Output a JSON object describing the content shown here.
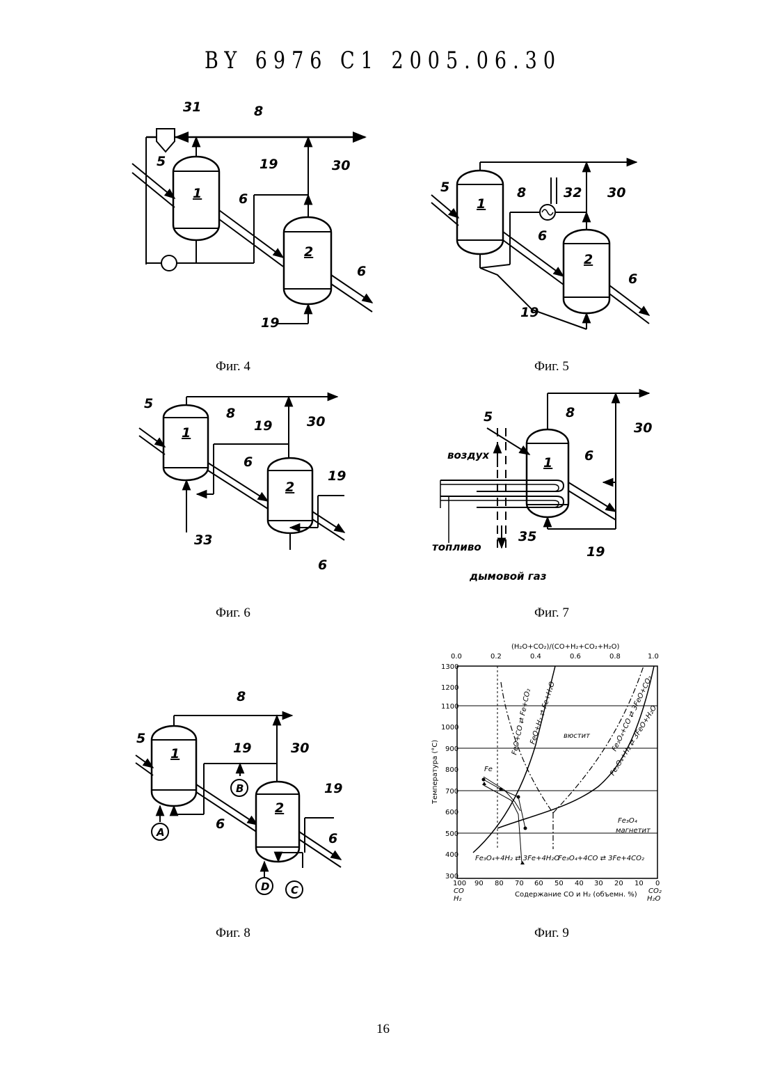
{
  "header": "BY 6976 C1 2005.06.30",
  "page_number": "16",
  "figures": [
    {
      "caption": "Фиг. 4",
      "labels": [
        "31",
        "8",
        "5",
        "19",
        "30",
        "1",
        "6",
        "2",
        "6",
        "19"
      ]
    },
    {
      "caption": "Фиг. 5",
      "labels": [
        "5",
        "8",
        "32",
        "30",
        "1",
        "6",
        "2",
        "6",
        "19"
      ]
    },
    {
      "caption": "Фиг. 6",
      "labels": [
        "5",
        "8",
        "30",
        "1",
        "19",
        "6",
        "2",
        "19",
        "33",
        "6"
      ]
    },
    {
      "caption": "Фиг. 7",
      "labels": [
        "8",
        "5",
        "30",
        "воздух",
        "1",
        "6",
        "топливо",
        "35",
        "19",
        "дымовой газ"
      ]
    },
    {
      "caption": "Фиг. 8",
      "labels": [
        "8",
        "5",
        "19",
        "30",
        "1",
        "B",
        "19",
        "2",
        "A",
        "6",
        "D",
        "C",
        "6"
      ]
    },
    {
      "caption": "Фиг. 9",
      "labels": {
        "top_axis_title": "(H₂O+CO₂)/(CO+H₂+CO₂+H₂O)",
        "top_ticks": [
          "0.0",
          "0.2",
          "0.4",
          "0.6",
          "0.8",
          "1.0"
        ],
        "y_axis_title": "Температура (°С)",
        "y_ticks": [
          "1300",
          "1200",
          "1100",
          "1000",
          "900",
          "800",
          "700",
          "600",
          "500",
          "400",
          "300"
        ],
        "bottom_ticks": [
          "100",
          "90",
          "80",
          "70",
          "60",
          "50",
          "40",
          "30",
          "20",
          "10",
          "0"
        ],
        "x_axis_title": "Содержание СО и Н₂ (объемн. %)",
        "x_left_label": [
          "CO",
          "H₂"
        ],
        "x_right_label": [
          "CO₂",
          "H₂O"
        ],
        "regions": [
          "вюстит",
          "Fe₃O₄",
          "магнетит",
          "Fe"
        ],
        "curves": [
          "FeO+CO ⇄ Fe+CO₂",
          "FeO+H₂ ⇄ Fe+H₂O",
          "Fe₃O₄+CO ⇄ 3FeO+CO₂",
          "Fe₃O₄+H₂ ⇄ 3FeO+H₂O",
          "Fe₃O₄+4H₂ ⇄ 3Fe+4H₂O",
          "Fe₃O₄+4CO ⇄ 3Fe+4CO₂"
        ]
      }
    }
  ]
}
